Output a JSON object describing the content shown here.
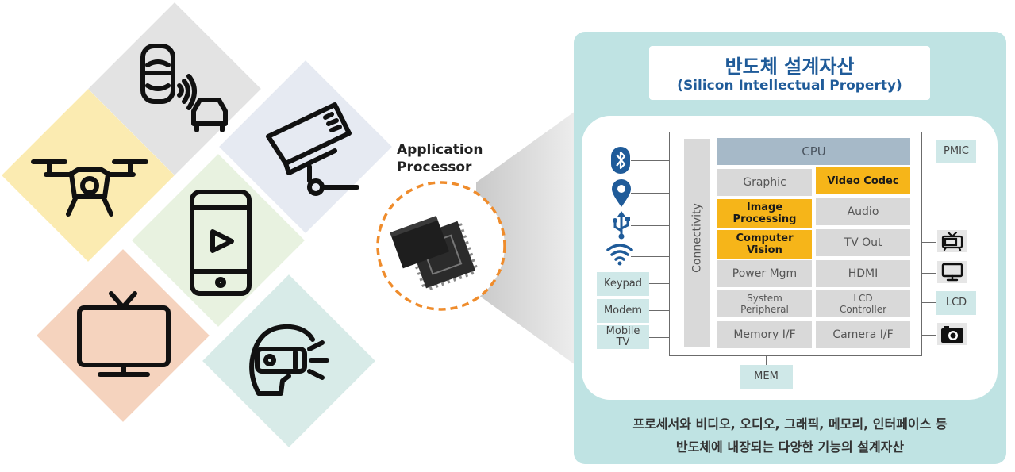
{
  "title": {
    "korean": "반도체 설계자산",
    "english": "(Silicon Intellectual Property)"
  },
  "ap_label": {
    "line1": "Application",
    "line2": "Processor"
  },
  "soc": {
    "connectivity": "Connectivity",
    "cpu": "CPU",
    "graphic": "Graphic",
    "video_codec": "Video Codec",
    "image_processing_1": "Image",
    "image_processing_2": "Processing",
    "audio": "Audio",
    "computer_vision_1": "Computer",
    "computer_vision_2": "Vision",
    "tv_out": "TV Out",
    "power_mgm": "Power Mgm",
    "hdmi": "HDMI",
    "system_peripheral_1": "System",
    "system_peripheral_2": "Peripheral",
    "lcd_controller_1": "LCD",
    "lcd_controller_2": "Controller",
    "memory_if": "Memory I/F",
    "camera_if": "Camera I/F"
  },
  "external": {
    "pmic": "PMIC",
    "lcd": "LCD",
    "mem": "MEM",
    "keypad": "Keypad",
    "modem": "Modem",
    "mobile_tv_1": "Mobile",
    "mobile_tv_2": "TV"
  },
  "caption": {
    "line1": "프로세서와 비디오, 오디오, 그래픽, 메모리, 인터페이스 등",
    "line2": "반도체에 내장되는 다양한 기능의 설계자산"
  },
  "colors": {
    "panel": "#bfe3e3",
    "title": "#1f5b99",
    "highlight": "#f6b519",
    "cpu": "#a6b9c8",
    "block": "#d9d9d9",
    "bluetooth": "#1f5b99"
  },
  "icons": [
    "car-sensor-icon",
    "drone-icon",
    "cctv-camera-icon",
    "smartphone-play-icon",
    "tv-icon",
    "vr-headset-icon",
    "chip-icon",
    "bluetooth-icon",
    "location-pin-icon",
    "usb-icon",
    "wifi-icon",
    "retro-tv-icon",
    "monitor-icon",
    "camera-icon"
  ]
}
